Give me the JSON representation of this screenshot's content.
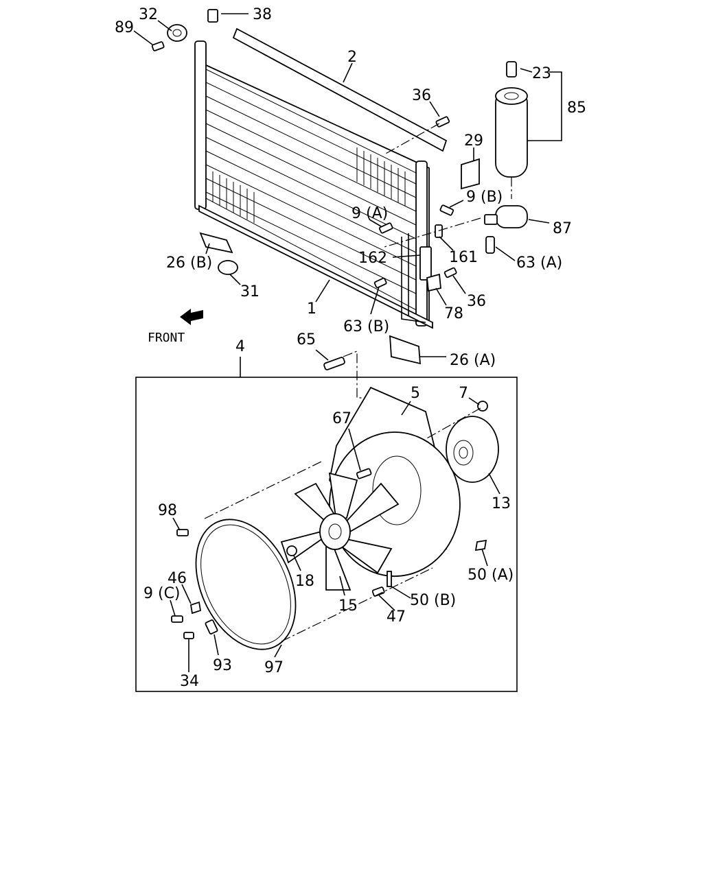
{
  "diagram": {
    "front_label": "FRONT",
    "callouts": {
      "c32": "32",
      "c89": "89",
      "c38": "38",
      "c2": "2",
      "c36a": "36",
      "c23": "23",
      "c85": "85",
      "c29": "29",
      "c9b": "9 (B)",
      "c9a": "9 (A)",
      "c87": "87",
      "c162": "162",
      "c161": "161",
      "c63a": "63 (A)",
      "c26b": "26 (B)",
      "c31": "31",
      "c1": "1",
      "c36b": "36",
      "c78": "78",
      "c63b": "63 (B)",
      "c65": "65",
      "c26a": "26 (A)",
      "c4": "4",
      "c5": "5",
      "c7": "7",
      "c67": "67",
      "c13": "13",
      "c98": "98",
      "c18": "18",
      "c50a": "50 (A)",
      "c46": "46",
      "c9c": "9 (C)",
      "c15": "15",
      "c50b": "50 (B)",
      "c47": "47",
      "c93": "93",
      "c97": "97",
      "c34": "34"
    }
  }
}
